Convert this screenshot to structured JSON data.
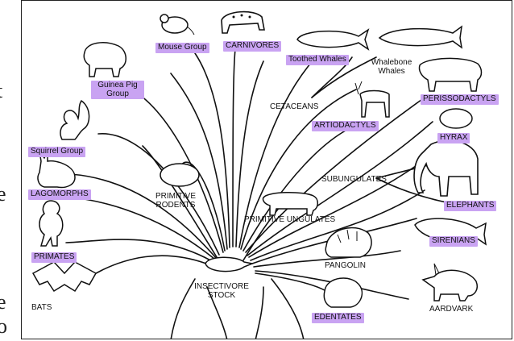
{
  "margin_glyphs": [
    "t",
    "e",
    "e",
    "o"
  ],
  "groups": {
    "mouse": "Mouse Group",
    "carnivores": "CARNIVORES",
    "toothed_whales": "Toothed Whales",
    "whalebone_whales": "Whalebone Whales",
    "guinea_pig": "Guinea Pig Group",
    "perissodactyls": "PERISSODACTYLS",
    "cetaceans": "CETACEANS",
    "artiodactyls": "ARTIODACTYLS",
    "hyrax": "HYRAX",
    "squirrel": "Squirrel Group",
    "subungulates": "SUBUNGULATES",
    "lagomorphs": "LAGOMORPHS",
    "primitive_rodents": "PRIMITIVE RODENTS",
    "elephants": "ELEPHANTS",
    "primitive_ungulates": "PRIMITIVE UNGULATES",
    "sirenians": "SIRENIANS",
    "primates": "PRIMATES",
    "pangolin": "PANGOLIN",
    "bats": "BATS",
    "insectivore_stock": "INSECTIVORE STOCK",
    "edentates": "EDENTATES",
    "aardvark": "AARDVARK"
  },
  "highlight_color": "#c9a3f2"
}
